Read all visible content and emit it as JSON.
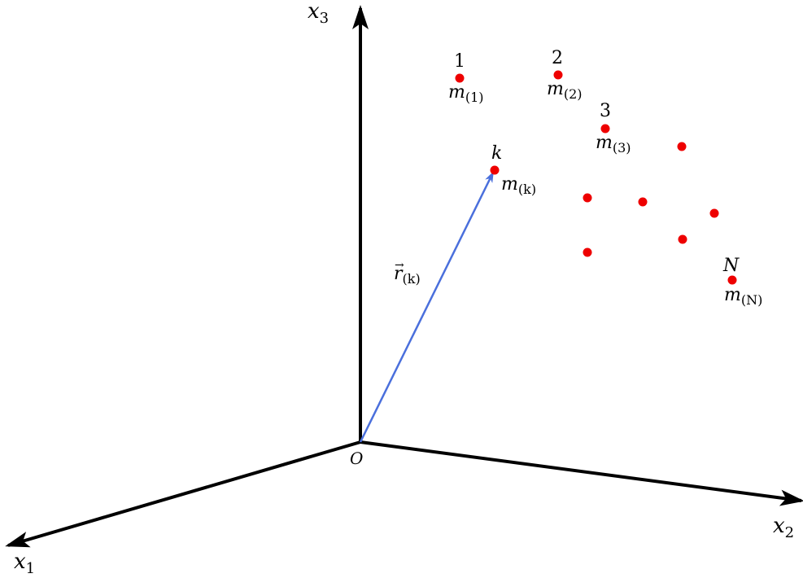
{
  "colors": {
    "axis": "#000000",
    "vector": "#4a6fdc",
    "particle": "#ee0000"
  },
  "axes": {
    "x1": {
      "var": "x",
      "sub": "1"
    },
    "x2": {
      "var": "x",
      "sub": "2"
    },
    "x3": {
      "var": "x",
      "sub": "3"
    },
    "origin": "O"
  },
  "vector": {
    "var": "r",
    "arrow": "→",
    "sub": "(k)"
  },
  "particles": {
    "p1": {
      "index": "1",
      "mass_var": "m",
      "mass_sub": "(1)"
    },
    "p2": {
      "index": "2",
      "mass_var": "m",
      "mass_sub": "(2)"
    },
    "p3": {
      "index": "3",
      "mass_var": "m",
      "mass_sub": "(3)"
    },
    "pk": {
      "index": "k",
      "mass_var": "m",
      "mass_sub": "(k)"
    },
    "pN": {
      "index": "N",
      "mass_var": "m",
      "mass_sub": "(N)"
    }
  }
}
